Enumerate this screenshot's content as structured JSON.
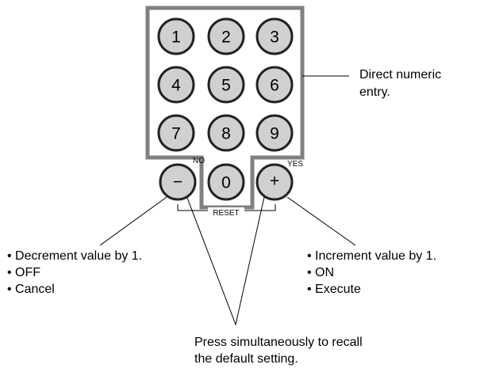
{
  "keypad": {
    "keys": [
      "1",
      "2",
      "3",
      "4",
      "5",
      "6",
      "7",
      "8",
      "9",
      "0"
    ],
    "minus_key": "−",
    "plus_key": "+",
    "no_label": "NO",
    "yes_label": "YES",
    "reset_label": "RESET"
  },
  "callouts": {
    "numeric_entry": [
      "Direct numeric",
      "entry."
    ],
    "minus_items": [
      "• Decrement value by 1.",
      "• OFF",
      "• Cancel"
    ],
    "plus_items": [
      "• Increment value by 1.",
      "• ON",
      "• Execute"
    ],
    "simultaneous": [
      "Press simultaneously to recall",
      "the default setting."
    ]
  }
}
